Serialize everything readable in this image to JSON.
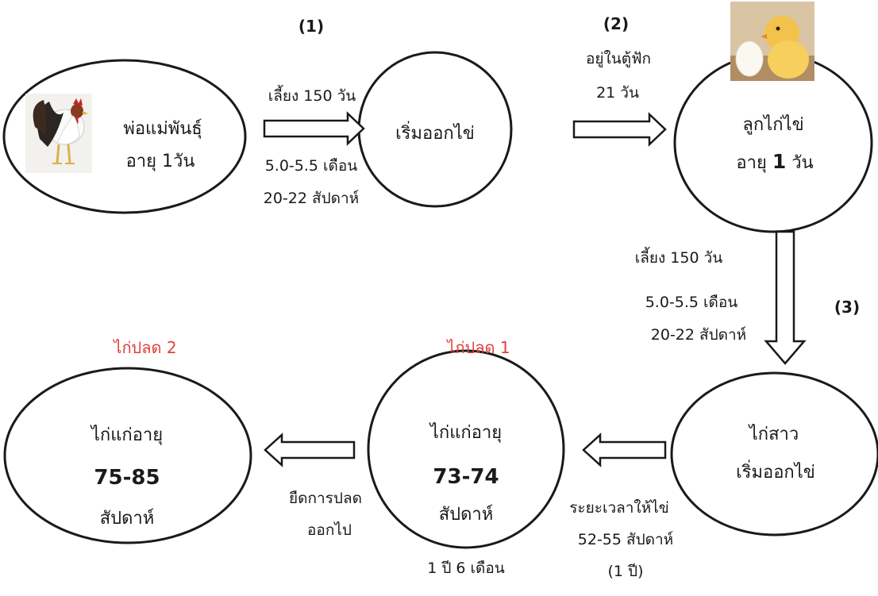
{
  "steps": {
    "s1": "(1)",
    "s2": "(2)",
    "s3": "(3)"
  },
  "nodes": {
    "parents": {
      "line1": "พ่อแม่พันธุ์",
      "line2": "อายุ 1วัน"
    },
    "start_laying": {
      "line1": "เริ่มออกไข่"
    },
    "chick": {
      "line1": "ลูกไก่ไข่",
      "line2_prefix": "อายุ ",
      "line2_num": "1",
      "line2_suffix": " วัน"
    },
    "pullet": {
      "line1": "ไก่สาว",
      "line2": "เริ่มออกไข่"
    },
    "old1": {
      "line1": "ไก่แก่อายุ",
      "age": "73-74",
      "unit": "สัปดาห์"
    },
    "old2": {
      "line1": "ไก่แก่อายุ",
      "age": "75-85",
      "unit": "สัปดาห์"
    }
  },
  "edges": {
    "e1": {
      "top": "เลี้ยง 150 วัน",
      "bottom1": "5.0-5.5  เดือน",
      "bottom2": "20-22 สัปดาห์"
    },
    "e2": {
      "top1": "อยู่ในตู้ฟัก",
      "top2": "21 วัน"
    },
    "e3": {
      "l1": "เลี้ยง 150 วัน",
      "l2": "5.0-5.5  เดือน",
      "l3": "20-22 สัปดาห์"
    },
    "e4": {
      "l1": "ระยะเวลาให้ไข่",
      "l2": "52-55 สัปดาห์",
      "l3": "(1 ปี)"
    },
    "e5": {
      "l1": "ยืดการปลด",
      "l2": "ออกไป"
    }
  },
  "notes": {
    "cull1": "ไก่ปลด 1",
    "cull2": "ไก่ปลด 2",
    "duration": "1 ปี 6 เดือน"
  },
  "colors": {
    "accent_red": "#e0403a",
    "stroke": "#1a1a1a"
  }
}
